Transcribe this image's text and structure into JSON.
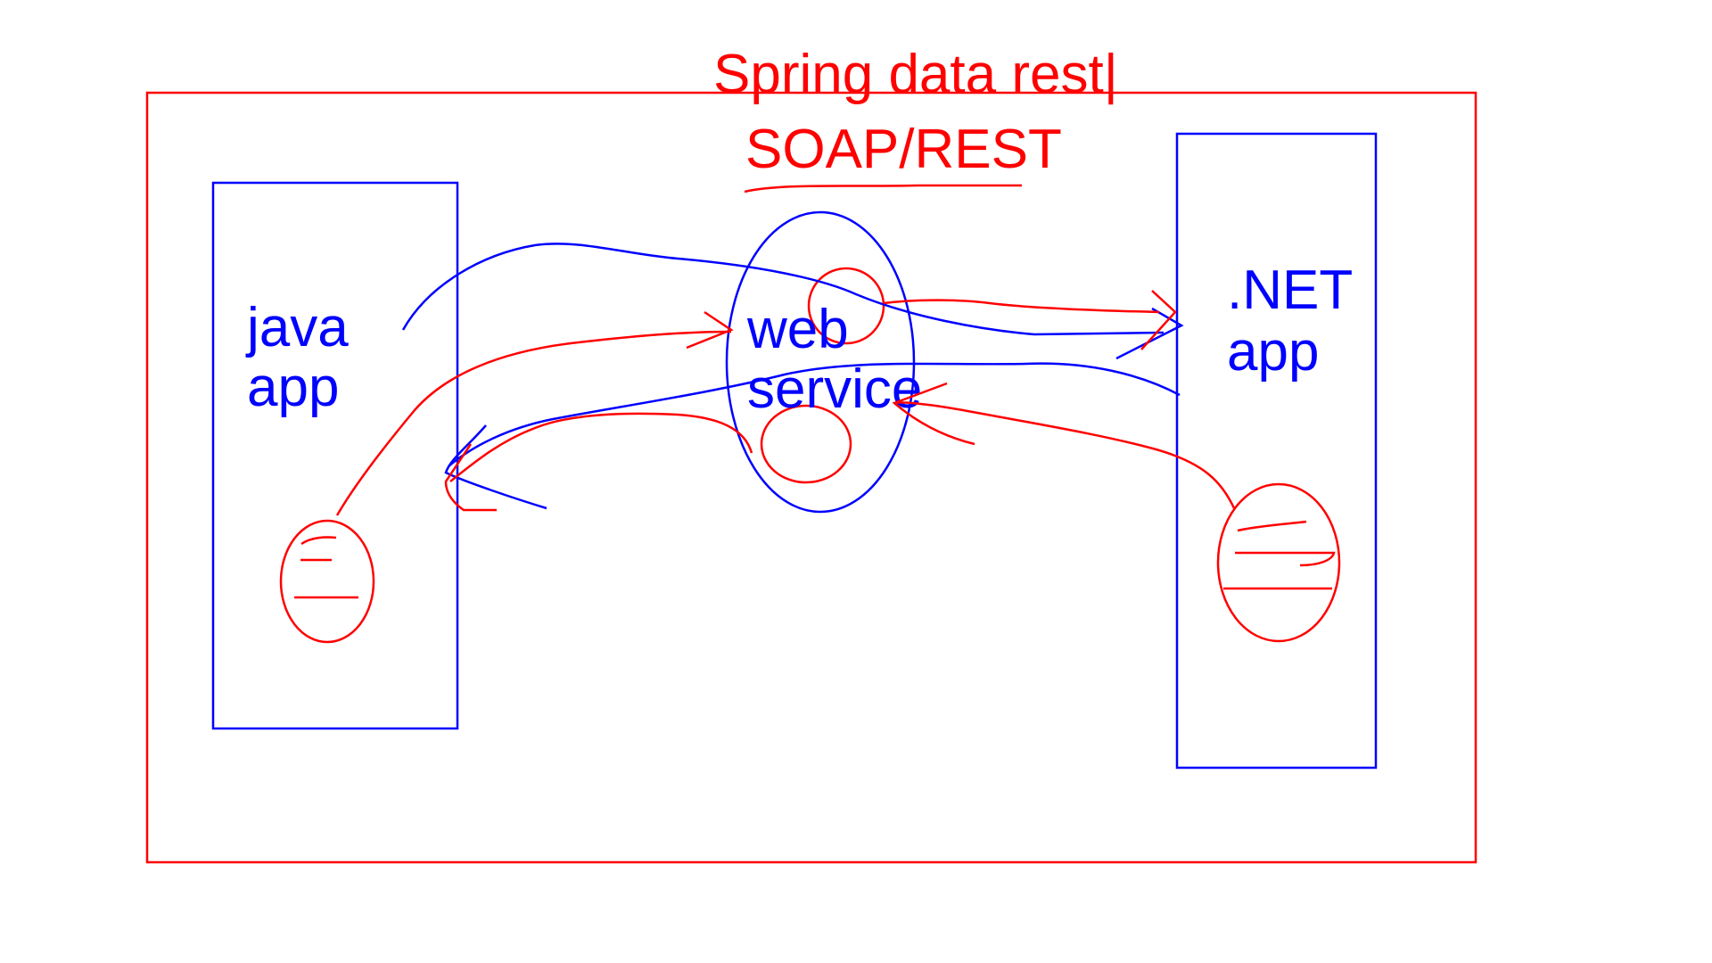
{
  "title": {
    "line1": "Spring data rest|",
    "line2": "SOAP/REST"
  },
  "nodes": {
    "java_app": {
      "line1": "java",
      "line2": "app"
    },
    "web_service": {
      "line1": "web",
      "line2": "service"
    },
    "dotnet_app": {
      "line1": ".NET",
      "line2": "app"
    }
  },
  "colors": {
    "outer_frame": "#ff0000",
    "annotations": "#ff0000",
    "components": "#0000ff",
    "background": "#ffffff"
  }
}
